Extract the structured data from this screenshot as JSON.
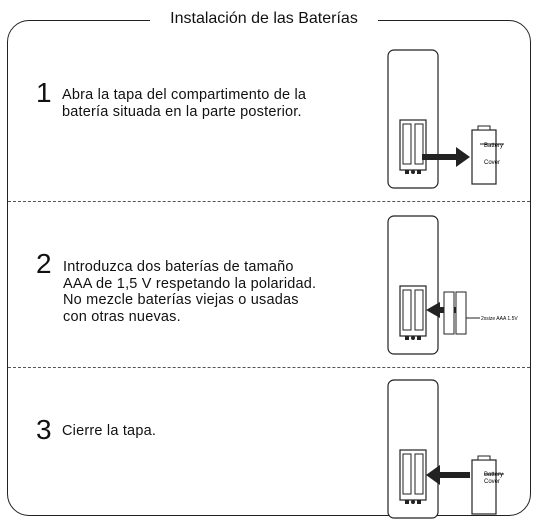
{
  "title": "Instalación de las Baterías",
  "steps": [
    {
      "number": "1",
      "text": "Abra la tapa del compartimento de la\nbatería situada en la parte posterior.",
      "label_lines": [
        "Battery",
        "Cover"
      ]
    },
    {
      "number": "2",
      "text": " Introduzca dos baterías de tamaño\nAAA de 1,5 V respetando la polaridad.\nNo mezcle baterías viejas o usadas\ncon otras nuevas.",
      "label_lines": [
        "2xsize  AAA  1.5V"
      ]
    },
    {
      "number": "3",
      "text": "Cierre la tapa.",
      "label_lines": [
        "Battery",
        "Cover"
      ]
    }
  ]
}
